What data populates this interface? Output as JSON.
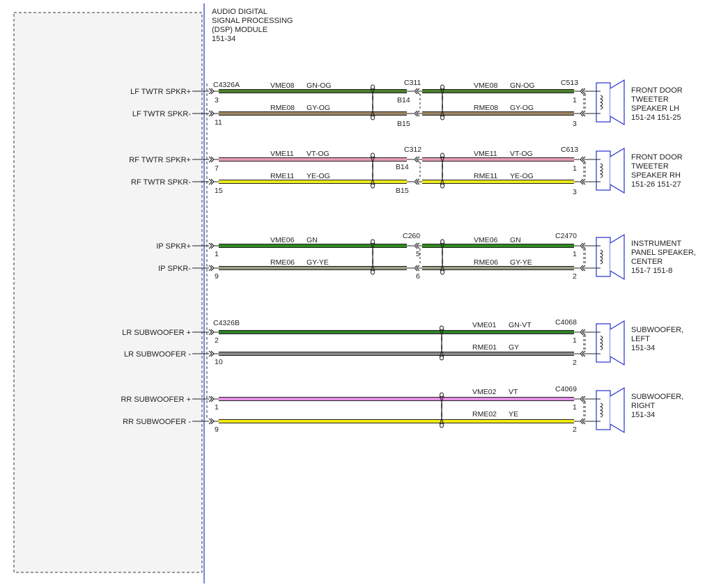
{
  "module": {
    "title_lines": [
      "AUDIO DIGITAL",
      "SIGNAL PROCESSING",
      "(DSP) MODULE",
      "151-34"
    ],
    "connectors": [
      "C4326A",
      "C4326B"
    ]
  },
  "colors": {
    "GN-OG": "#4c7f2e",
    "GY-OG": "#9c8466",
    "VT-OG": "#e79ab5",
    "YE-OG": "#ece81e",
    "GN": "#2f8b1f",
    "GY-YE": "#9a9a86",
    "GN-VT": "#2f7f2a",
    "GY": "#8a8a8a",
    "VT": "#e58ee2",
    "YE": "#f0ea10",
    "frame": "#2233cc",
    "line": "#222222"
  },
  "wires": [
    {
      "pin_label": "LF TWTR SPKR+",
      "mod_pin": "3",
      "circuit": "VME08",
      "color": "GN-OG",
      "inline": "C311",
      "inline_pin_l": "B14",
      "inline_pin_r": "",
      "dev_conn": "C513",
      "dev_pin": "1"
    },
    {
      "pin_label": "LF TWTR SPKR-",
      "mod_pin": "11",
      "circuit": "RME08",
      "color": "GY-OG",
      "inline": "",
      "inline_pin_l": "B15",
      "inline_pin_r": "",
      "dev_conn": "",
      "dev_pin": "3"
    },
    {
      "pin_label": "RF TWTR SPKR+",
      "mod_pin": "7",
      "circuit": "VME11",
      "color": "VT-OG",
      "inline": "C312",
      "inline_pin_l": "B14",
      "inline_pin_r": "",
      "dev_conn": "C613",
      "dev_pin": "1"
    },
    {
      "pin_label": "RF TWTR SPKR-",
      "mod_pin": "15",
      "circuit": "RME11",
      "color": "YE-OG",
      "inline": "",
      "inline_pin_l": "B15",
      "inline_pin_r": "",
      "dev_conn": "",
      "dev_pin": "3"
    },
    {
      "pin_label": "IP SPKR+",
      "mod_pin": "1",
      "circuit": "VME06",
      "color": "GN",
      "inline": "C260",
      "inline_pin_l": "",
      "inline_pin_r": "5",
      "dev_conn": "C2470",
      "dev_pin": "1"
    },
    {
      "pin_label": "IP SPKR-",
      "mod_pin": "9",
      "circuit": "RME06",
      "color": "GY-YE",
      "inline": "",
      "inline_pin_l": "",
      "inline_pin_r": "6",
      "dev_conn": "",
      "dev_pin": "2"
    },
    {
      "pin_label": "LR SUBWOOFER +",
      "mod_pin": "2",
      "circuit": "VME01",
      "color": "GN-VT",
      "inline": "",
      "inline_pin_l": "",
      "inline_pin_r": "",
      "dev_conn": "C4068",
      "dev_pin": "1"
    },
    {
      "pin_label": "LR SUBWOOFER -",
      "mod_pin": "10",
      "circuit": "RME01",
      "color": "GY",
      "inline": "",
      "inline_pin_l": "",
      "inline_pin_r": "",
      "dev_conn": "",
      "dev_pin": "2"
    },
    {
      "pin_label": "RR SUBWOOFER +",
      "mod_pin": "1",
      "circuit": "VME02",
      "color": "VT",
      "inline": "",
      "inline_pin_l": "",
      "inline_pin_r": "",
      "dev_conn": "C4069",
      "dev_pin": "1"
    },
    {
      "pin_label": "RR SUBWOOFER -",
      "mod_pin": "9",
      "circuit": "RME02",
      "color": "YE",
      "inline": "",
      "inline_pin_l": "",
      "inline_pin_r": "",
      "dev_conn": "",
      "dev_pin": "2"
    }
  ],
  "speakers": [
    {
      "name": "front-tweeter-lh",
      "lines": [
        "FRONT DOOR",
        "TWEETER",
        "SPEAKER LH",
        "151-24  151-25"
      ]
    },
    {
      "name": "front-tweeter-rh",
      "lines": [
        "FRONT DOOR",
        "TWEETER",
        "SPEAKER RH",
        "151-26  151-27"
      ]
    },
    {
      "name": "ip-speaker-center",
      "lines": [
        "INSTRUMENT",
        "PANEL SPEAKER,",
        "CENTER",
        "151-7   151-8"
      ]
    },
    {
      "name": "subwoofer-left",
      "lines": [
        "SUBWOOFER,",
        "LEFT",
        "151-34"
      ]
    },
    {
      "name": "subwoofer-right",
      "lines": [
        "SUBWOOFER,",
        "RIGHT",
        "151-34"
      ]
    }
  ]
}
